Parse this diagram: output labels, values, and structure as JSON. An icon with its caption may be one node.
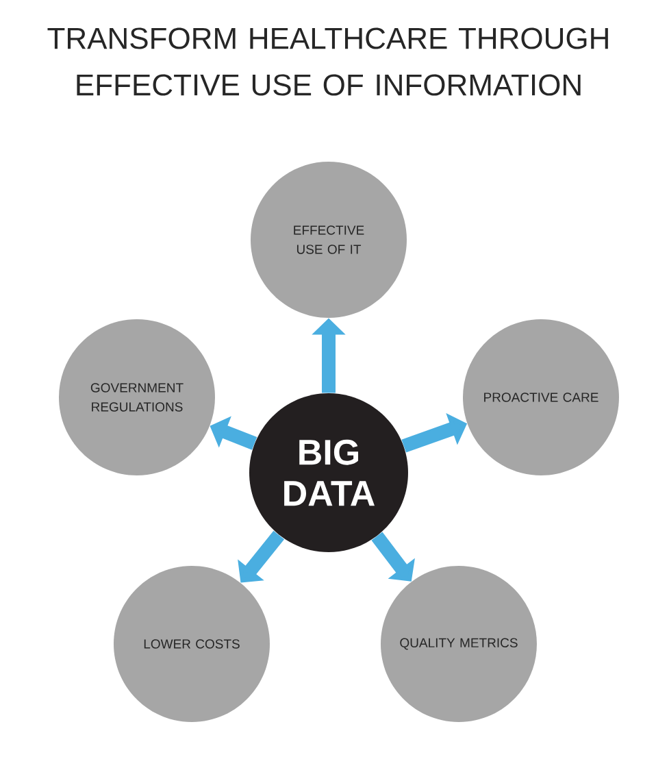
{
  "diagram": {
    "title": "TRANSFORM HEALTHCARE THROUGH EFFECTIVE USE OF INFORMATION",
    "nodes": [
      {
        "text": [
          "EFFECTIVE USE OF IT"
        ]
      },
      {
        "text": [
          "GOVERNMENT REGULATIONS"
        ]
      },
      {
        "text": [
          "PROACTIVE CARE"
        ]
      },
      {
        "text": [
          "BIG DATA"
        ]
      },
      {
        "text": [
          "LOWER COSTS"
        ]
      },
      {
        "text": [
          "QUALITY METRICS"
        ]
      }
    ],
    "edges": [
      {
        "from": 3,
        "to": 0,
        "arrow": "to"
      },
      {
        "from": 3,
        "to": 1,
        "arrow": "to"
      },
      {
        "from": 3,
        "to": 2,
        "arrow": "to"
      },
      {
        "from": 3,
        "to": 4,
        "arrow": "to"
      },
      {
        "from": 3,
        "to": 5,
        "arrow": "to"
      }
    ]
  }
}
